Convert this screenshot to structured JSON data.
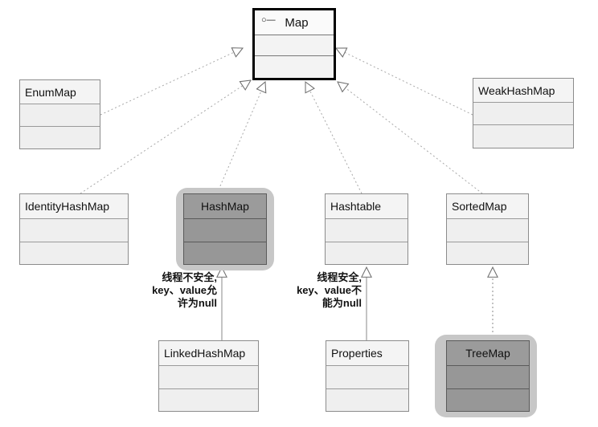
{
  "classes": {
    "map": "Map",
    "enum_map": "EnumMap",
    "weak_hash_map": "WeakHashMap",
    "identity_hash_map": "IdentityHashMap",
    "hash_map": "HashMap",
    "hashtable": "Hashtable",
    "sorted_map": "SortedMap",
    "linked_hash_map": "LinkedHashMap",
    "properties": "Properties",
    "tree_map": "TreeMap"
  },
  "interface_symbol": "○—",
  "notes": {
    "hash_map": [
      "线程不安全,",
      "key、value允",
      "许为null"
    ],
    "hashtable": [
      "线程安全,",
      "key、value不",
      "能为null"
    ]
  },
  "colors": {
    "highlight_fill": "#9b9b9b",
    "highlight_halo": "#c7c7c7",
    "box_fill": "#f4f4f4",
    "line": "#9a9a9a"
  }
}
